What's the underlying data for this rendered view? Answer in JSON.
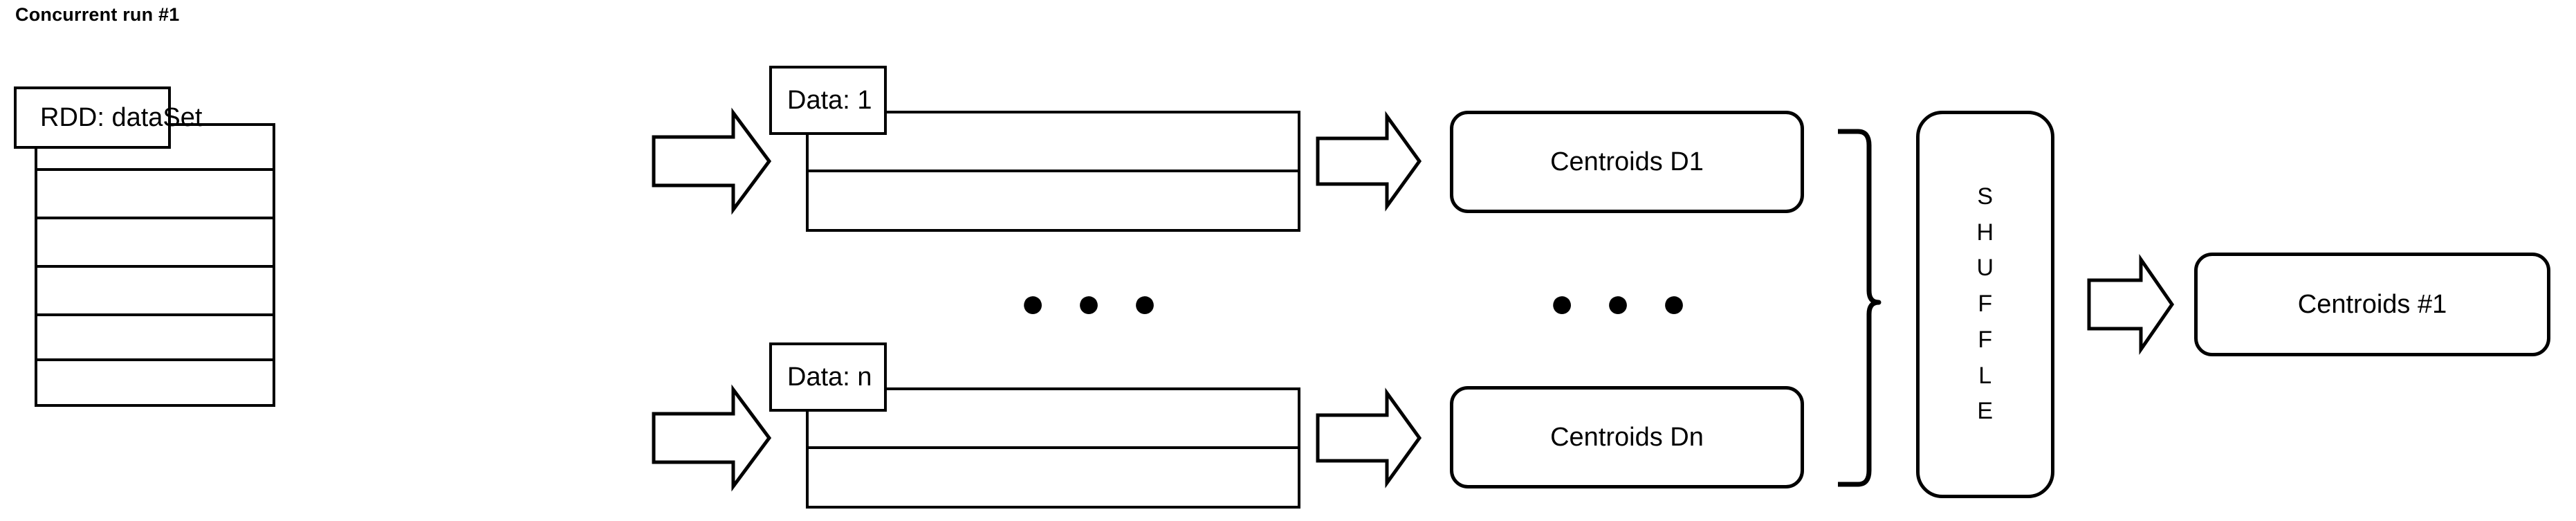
{
  "title": "Concurrent run #1",
  "rdd": {
    "label": "RDD: dataSet",
    "row_count": 6
  },
  "partitions": [
    {
      "label": "Data: 1",
      "row_count": 2
    },
    {
      "label": "Data: n",
      "row_count": 2
    }
  ],
  "partition_ellipsis": "● ● ●",
  "centroids": [
    {
      "label": "Centroids D1"
    },
    {
      "label": "Centroids Dn"
    }
  ],
  "centroid_ellipsis": "● ● ●",
  "shuffle": {
    "label": "SHUFFLE",
    "letters": [
      "S",
      "H",
      "U",
      "F",
      "F",
      "L",
      "E"
    ]
  },
  "result": {
    "label": "Centroids #1"
  },
  "arrows": [
    {
      "name": "rdd-to-data-1"
    },
    {
      "name": "rdd-to-data-n"
    },
    {
      "name": "data-1-to-centroids-d1"
    },
    {
      "name": "data-n-to-centroids-dn"
    },
    {
      "name": "shuffle-to-result"
    }
  ],
  "brace": {
    "name": "centroids-group-brace"
  },
  "colors": {
    "stroke": "#000000",
    "fill": "#ffffff",
    "text": "#000000"
  }
}
